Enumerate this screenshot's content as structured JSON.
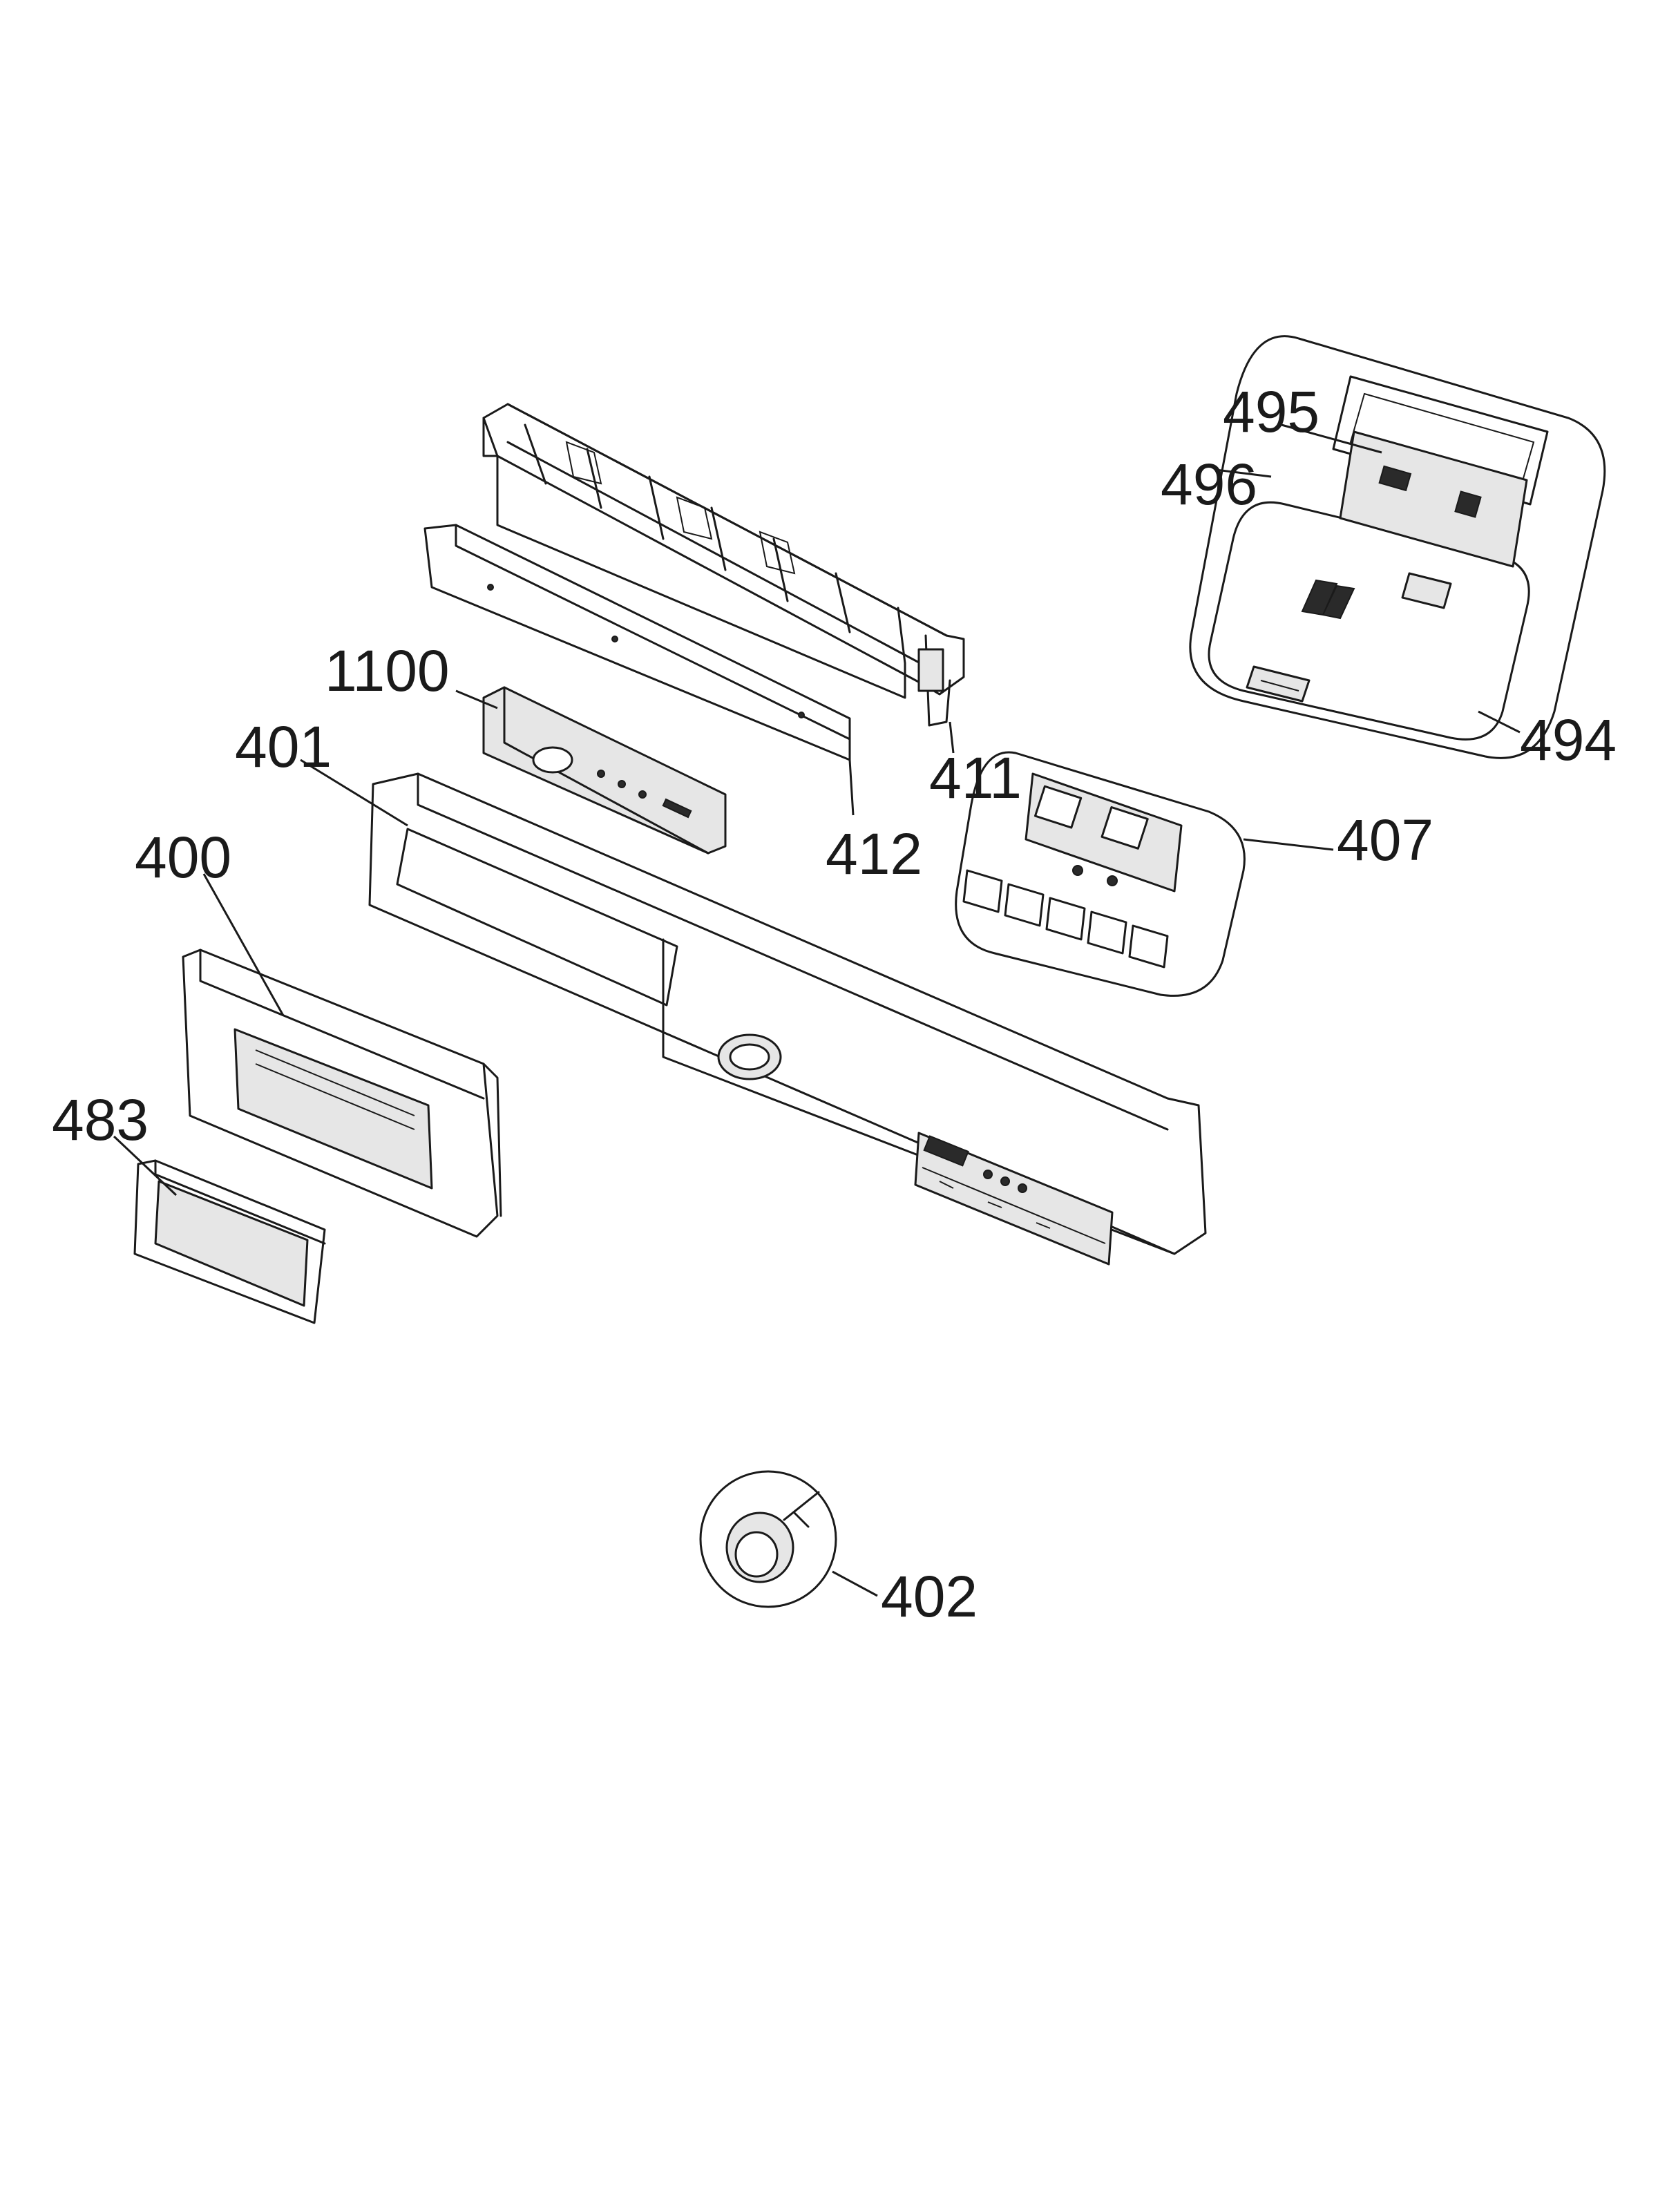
{
  "labels": {
    "p400": "400",
    "p401": "401",
    "p402": "402",
    "p407": "407",
    "p411": "411",
    "p412": "412",
    "p483": "483",
    "p494": "494",
    "p495": "495",
    "p496": "496",
    "p1100": "1100"
  },
  "colors": {
    "line": "#1a1a1a",
    "background": "#ffffff",
    "part_fill": "#e6e6e6"
  }
}
